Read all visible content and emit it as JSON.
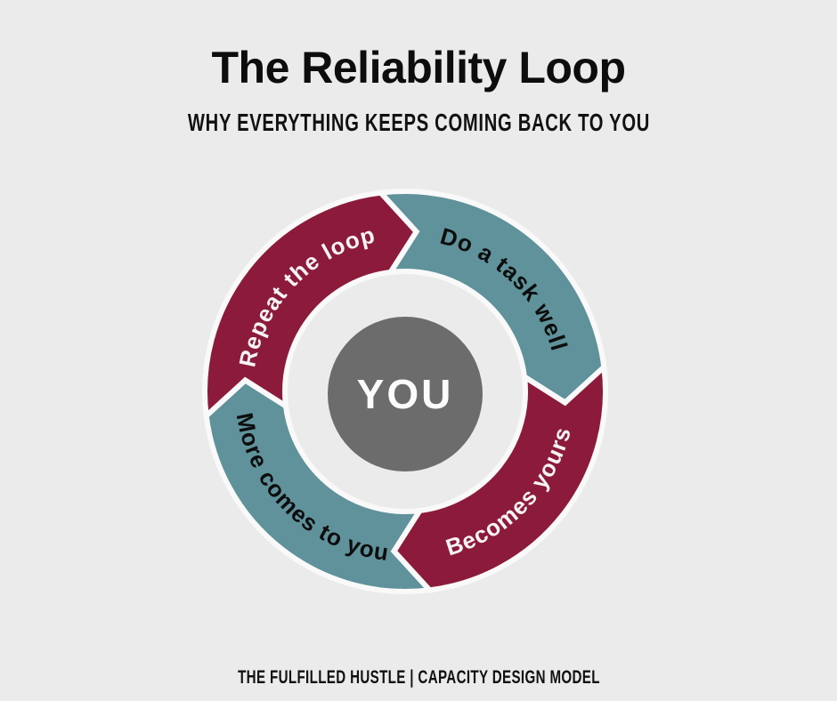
{
  "title": "The Reliability Loop",
  "subtitle": "WHY EVERYTHING KEEPS COMING BACK TO YOU",
  "footer": "THE FULFILLED HUSTLE | CAPACITY DESIGN MODEL",
  "center_label": "YOU",
  "colors": {
    "background": "#ebebeb",
    "maroon": "#8c1b3b",
    "teal": "#5f929b",
    "center_gray": "#6c6c6c",
    "gap_white": "#f9f9f9",
    "dark_text": "#0d0d0d",
    "light_text": "#f6f3f4",
    "center_text": "#fcfcfc"
  },
  "chart_data": {
    "type": "cycle-diagram",
    "title": "The Reliability Loop",
    "subtitle": "WHY EVERYTHING KEEPS COMING BACK TO YOU",
    "center": "YOU",
    "flow": "clockwise",
    "steps": [
      {
        "label": "Do a task well",
        "color": "#5f929b",
        "text_color": "#0d0d0d",
        "position": "top-right",
        "tail_angle": 274,
        "head_angle": 364,
        "text_side": "top"
      },
      {
        "label": "Becomes yours",
        "color": "#8c1b3b",
        "text_color": "#f6f3f4",
        "position": "bottom-right",
        "tail_angle": 4,
        "head_angle": 94,
        "text_side": "bottom"
      },
      {
        "label": "More comes to you",
        "color": "#5f929b",
        "text_color": "#0d0d0d",
        "position": "bottom-left",
        "tail_angle": 94,
        "head_angle": 184,
        "text_side": "bottom"
      },
      {
        "label": "Repeat the loop",
        "color": "#8c1b3b",
        "text_color": "#f6f3f4",
        "position": "top-left",
        "tail_angle": 184,
        "head_angle": 274,
        "text_side": "top"
      }
    ]
  }
}
